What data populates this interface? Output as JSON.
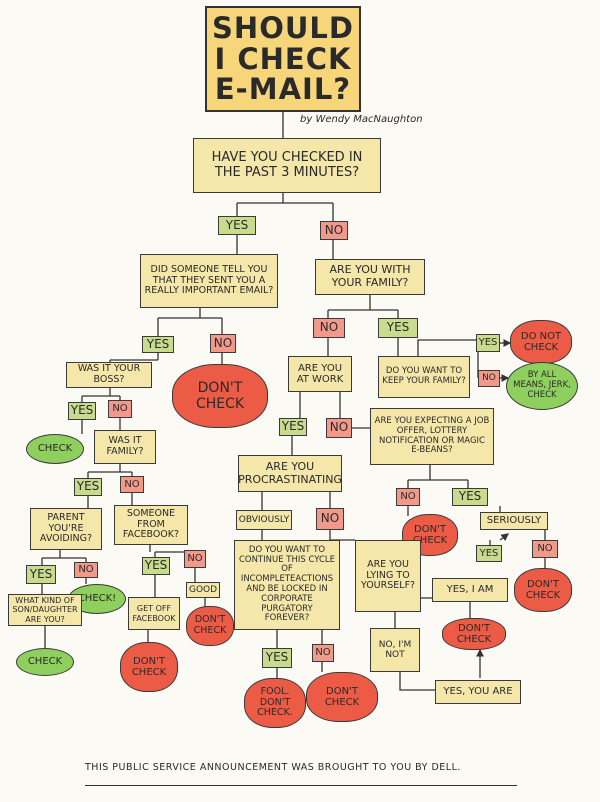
{
  "title": "Should I check e-mail?",
  "byline": "by Wendy MacNaughton",
  "footer": "This public service announcement was brought to you by DELL.",
  "nodes": {
    "q_past3": "Have you checked in the past 3 minutes?",
    "yes_1": "Yes",
    "no_1": "No",
    "q_someone": "Did someone tell you that they sent you a really important email?",
    "q_family": "Are you with your family?",
    "yes_2": "Yes",
    "no_2": "No",
    "stop_1": "Don't check",
    "q_boss": "Was it your boss?",
    "no_3": "No",
    "yes_3": "Yes",
    "yes_4": "Yes",
    "no_4": "No",
    "check_1": "Check",
    "q_was_family": "Was it family?",
    "q_work": "Are you at work",
    "q_keep_family": "Do you want to keep your family?",
    "yes_5": "Yes",
    "no_5": "No",
    "stop_2": "Do not check",
    "check_2": "By all means, jerk, check",
    "yes_6": "Yes",
    "no_6": "No",
    "q_job": "Are you expecting a job offer, lottery notification or magic e-beans?",
    "yes_7": "Yes",
    "no_7": "No",
    "q_parent": "Parent you're avoiding?",
    "q_facebook": "Someone from Facebook?",
    "q_procrastinating": "Are you procrastinating",
    "obviously": "Obviously",
    "no_8": "No",
    "no_9": "No",
    "yes_8": "Yes",
    "stop_3": "Don't check",
    "seriously": "Seriously",
    "yes_9": "Yes",
    "no_10": "No",
    "stop_4": "Don't check",
    "yes_10": "Yes",
    "no_11": "No",
    "yes_11": "Yes",
    "no_12": "No",
    "check_3": "Check!",
    "q_cycle": "Do you want to continue this cycle of incompleteactions and be locked in corporate purgatory forever?",
    "q_lying": "Are you lying to yourself?",
    "yes_iam": "Yes, I am",
    "q_kind": "What kind of son/daughter are you?",
    "get_off": "Get off Facebook",
    "good": "Good",
    "stop_5": "Don't check",
    "stop_6": "Don't check",
    "no_im_not": "No, I'm not",
    "check_4": "Check",
    "stop_7": "Don't check",
    "yes_13": "Yes",
    "no_13": "No",
    "yes_you_are": "Yes, you are",
    "fool": "Fool. Don't check.",
    "stop_8": "Don't check"
  }
}
